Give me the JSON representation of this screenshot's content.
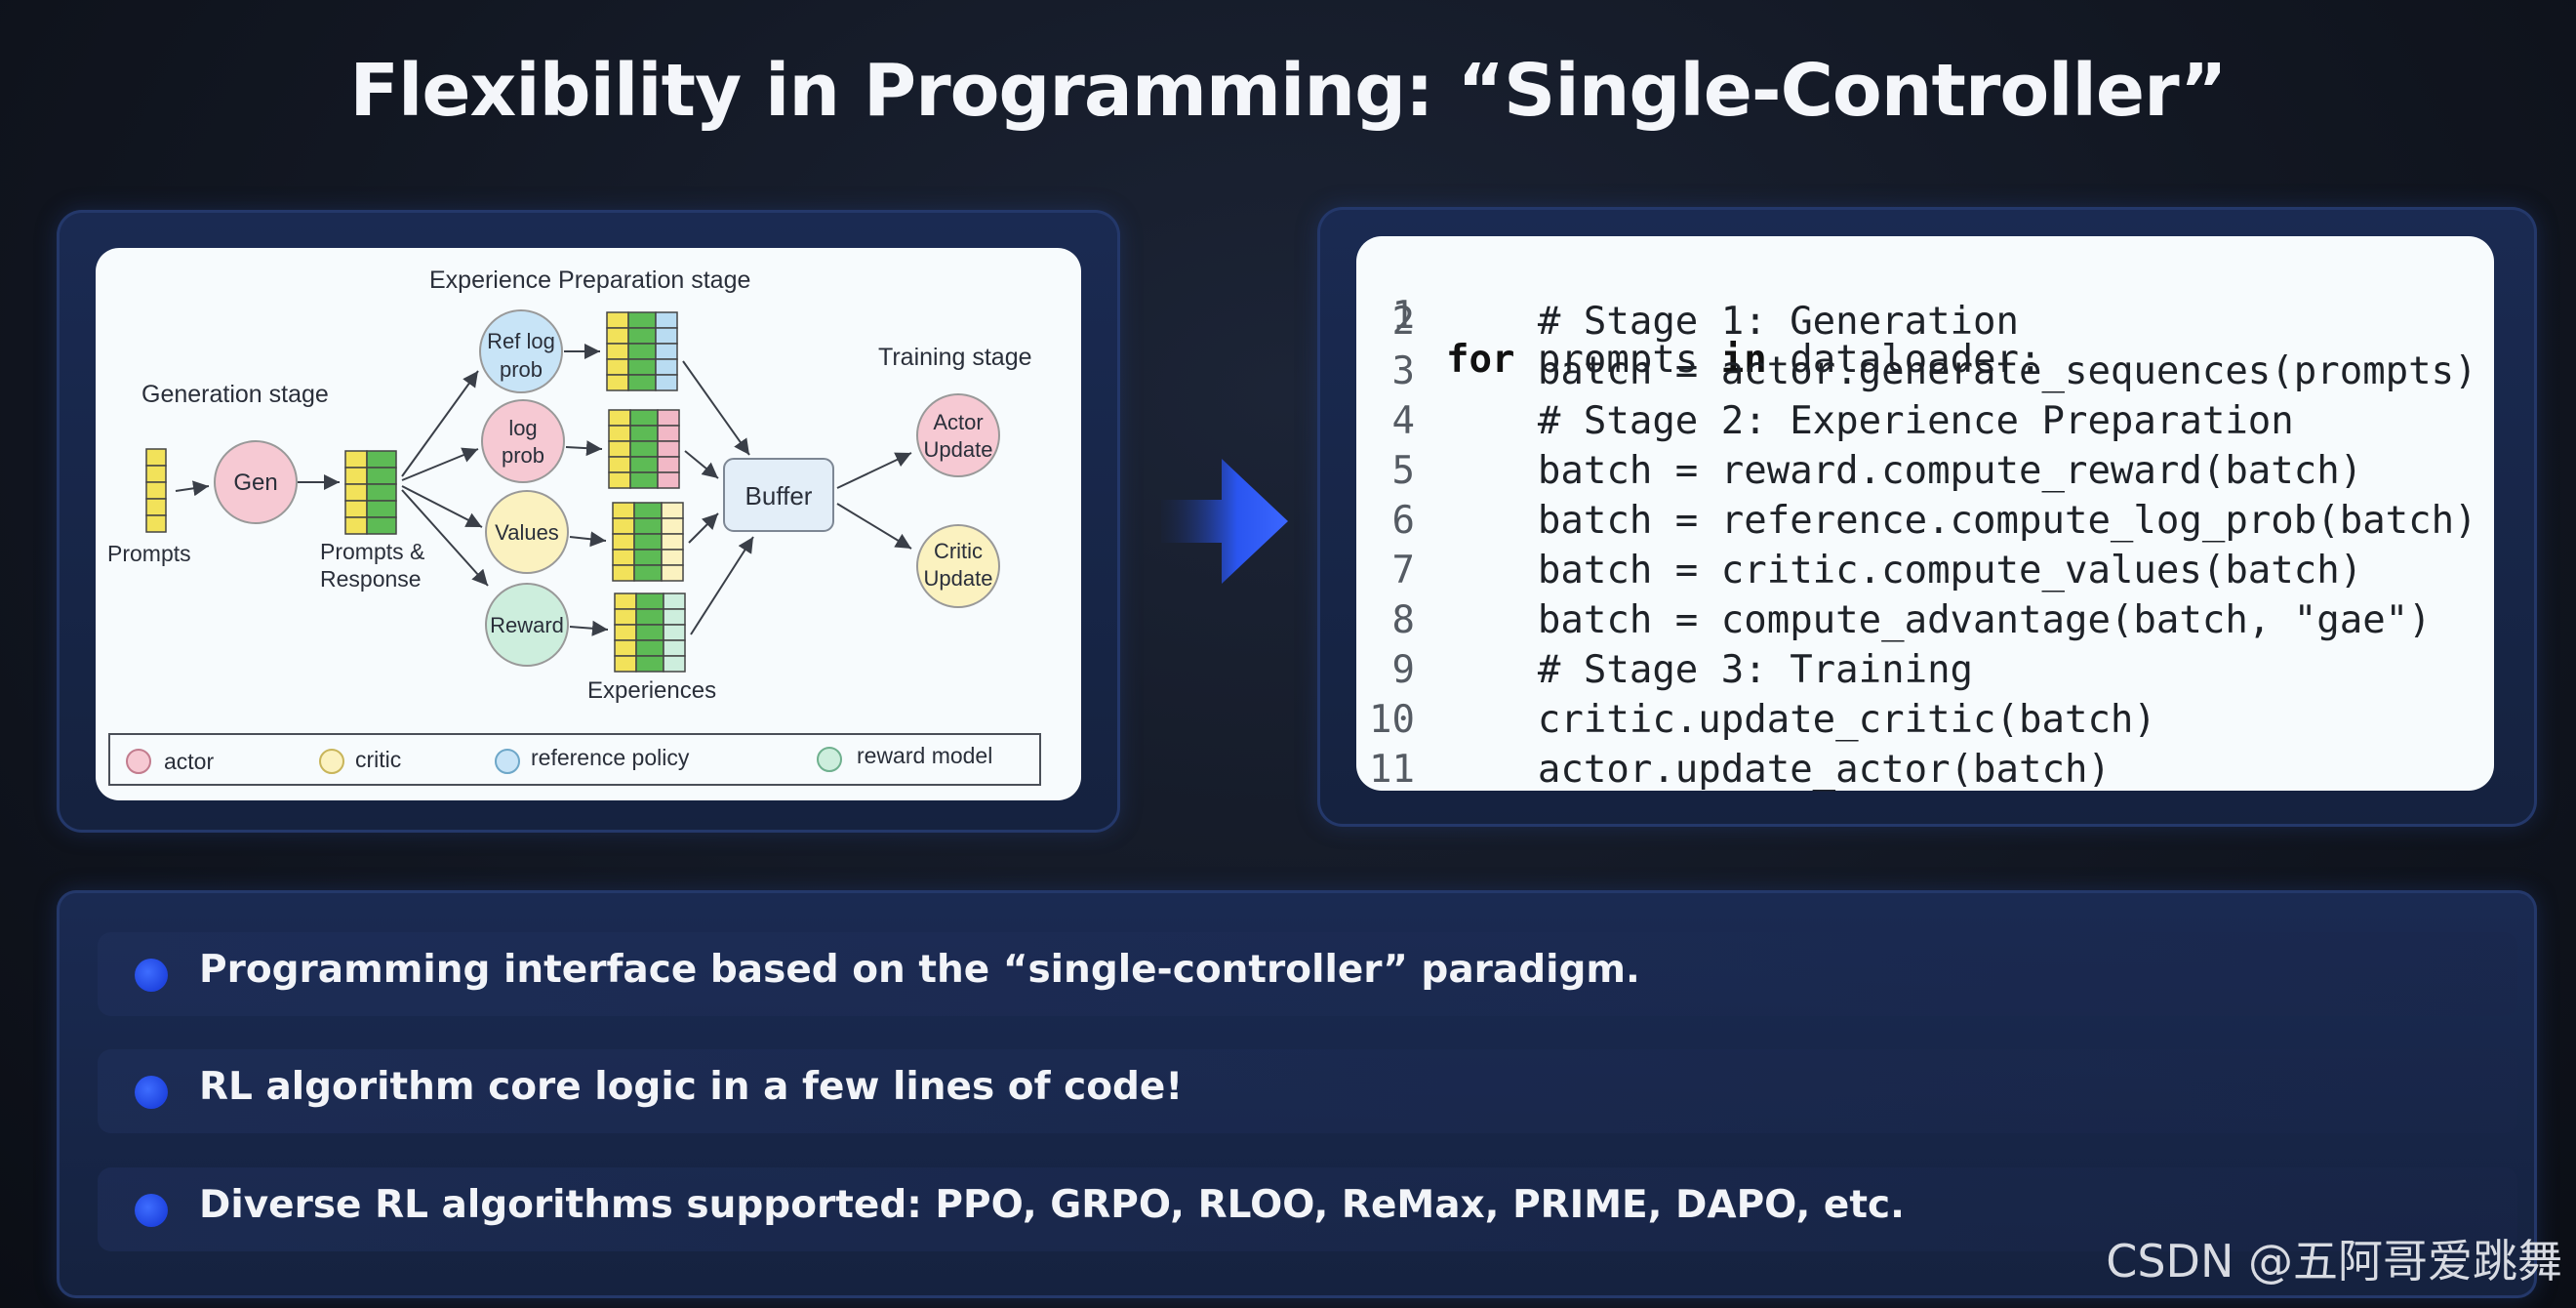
{
  "title": "Flexibility in Programming: “Single-Controller”",
  "diagram": {
    "stage_experience": "Experience Preparation stage",
    "stage_generation": "Generation stage",
    "stage_training": "Training stage",
    "prompts": "Prompts",
    "gen": "Gen",
    "prompts_response_1": "Prompts &",
    "prompts_response_2": "Response",
    "ref_log_prob_1": "Ref log",
    "ref_log_prob_2": "prob",
    "log_prob_1": "log",
    "log_prob_2": "prob",
    "values": "Values",
    "reward": "Reward",
    "experiences": "Experiences",
    "buffer": "Buffer",
    "actor_update_1": "Actor",
    "actor_update_2": "Update",
    "critic_update_1": "Critic",
    "critic_update_2": "Update",
    "legend": {
      "actor": "actor",
      "critic": "critic",
      "reference": "reference policy",
      "reward_model": "reward model"
    },
    "colors": {
      "actor": "#f6c9d3",
      "critic": "#fbf2c0",
      "reference": "#c8e4f7",
      "reward_model": "#cdeedd",
      "cell_yellow": "#f2e25a",
      "cell_green": "#5dbb55",
      "cell_pink": "#f2b8c6",
      "cell_blue": "#b9dcf2"
    }
  },
  "code": {
    "lines": [
      {
        "n": "1",
        "kw": "for",
        "a": " prompts ",
        "kw2": "in",
        "b": " dataloader:"
      },
      {
        "n": "2",
        "text": "    # Stage 1: Generation"
      },
      {
        "n": "3",
        "text": "    batch = actor.generate_sequences(prompts)"
      },
      {
        "n": "4",
        "text": "    # Stage 2: Experience Preparation"
      },
      {
        "n": "5",
        "text": "    batch = reward.compute_reward(batch)"
      },
      {
        "n": "6",
        "text": "    batch = reference.compute_log_prob(batch)"
      },
      {
        "n": "7",
        "text": "    batch = critic.compute_values(batch)"
      },
      {
        "n": "8",
        "text": "    batch = compute_advantage(batch, \"gae\")"
      },
      {
        "n": "9",
        "text": "    # Stage 3: Training"
      },
      {
        "n": "10",
        "text": "    critic.update_critic(batch)"
      },
      {
        "n": "11",
        "text": "    actor.update_actor(batch)"
      }
    ]
  },
  "bullets": [
    "Programming interface based on the “single-controller” paradigm.",
    "RL algorithm core logic in a few lines of code!",
    "Diverse RL algorithms supported: PPO, GRPO, RLOO, ReMax, PRIME, DAPO, etc."
  ],
  "watermark": "CSDN @五阿哥爱跳舞",
  "accent_color": "#2a55f0"
}
